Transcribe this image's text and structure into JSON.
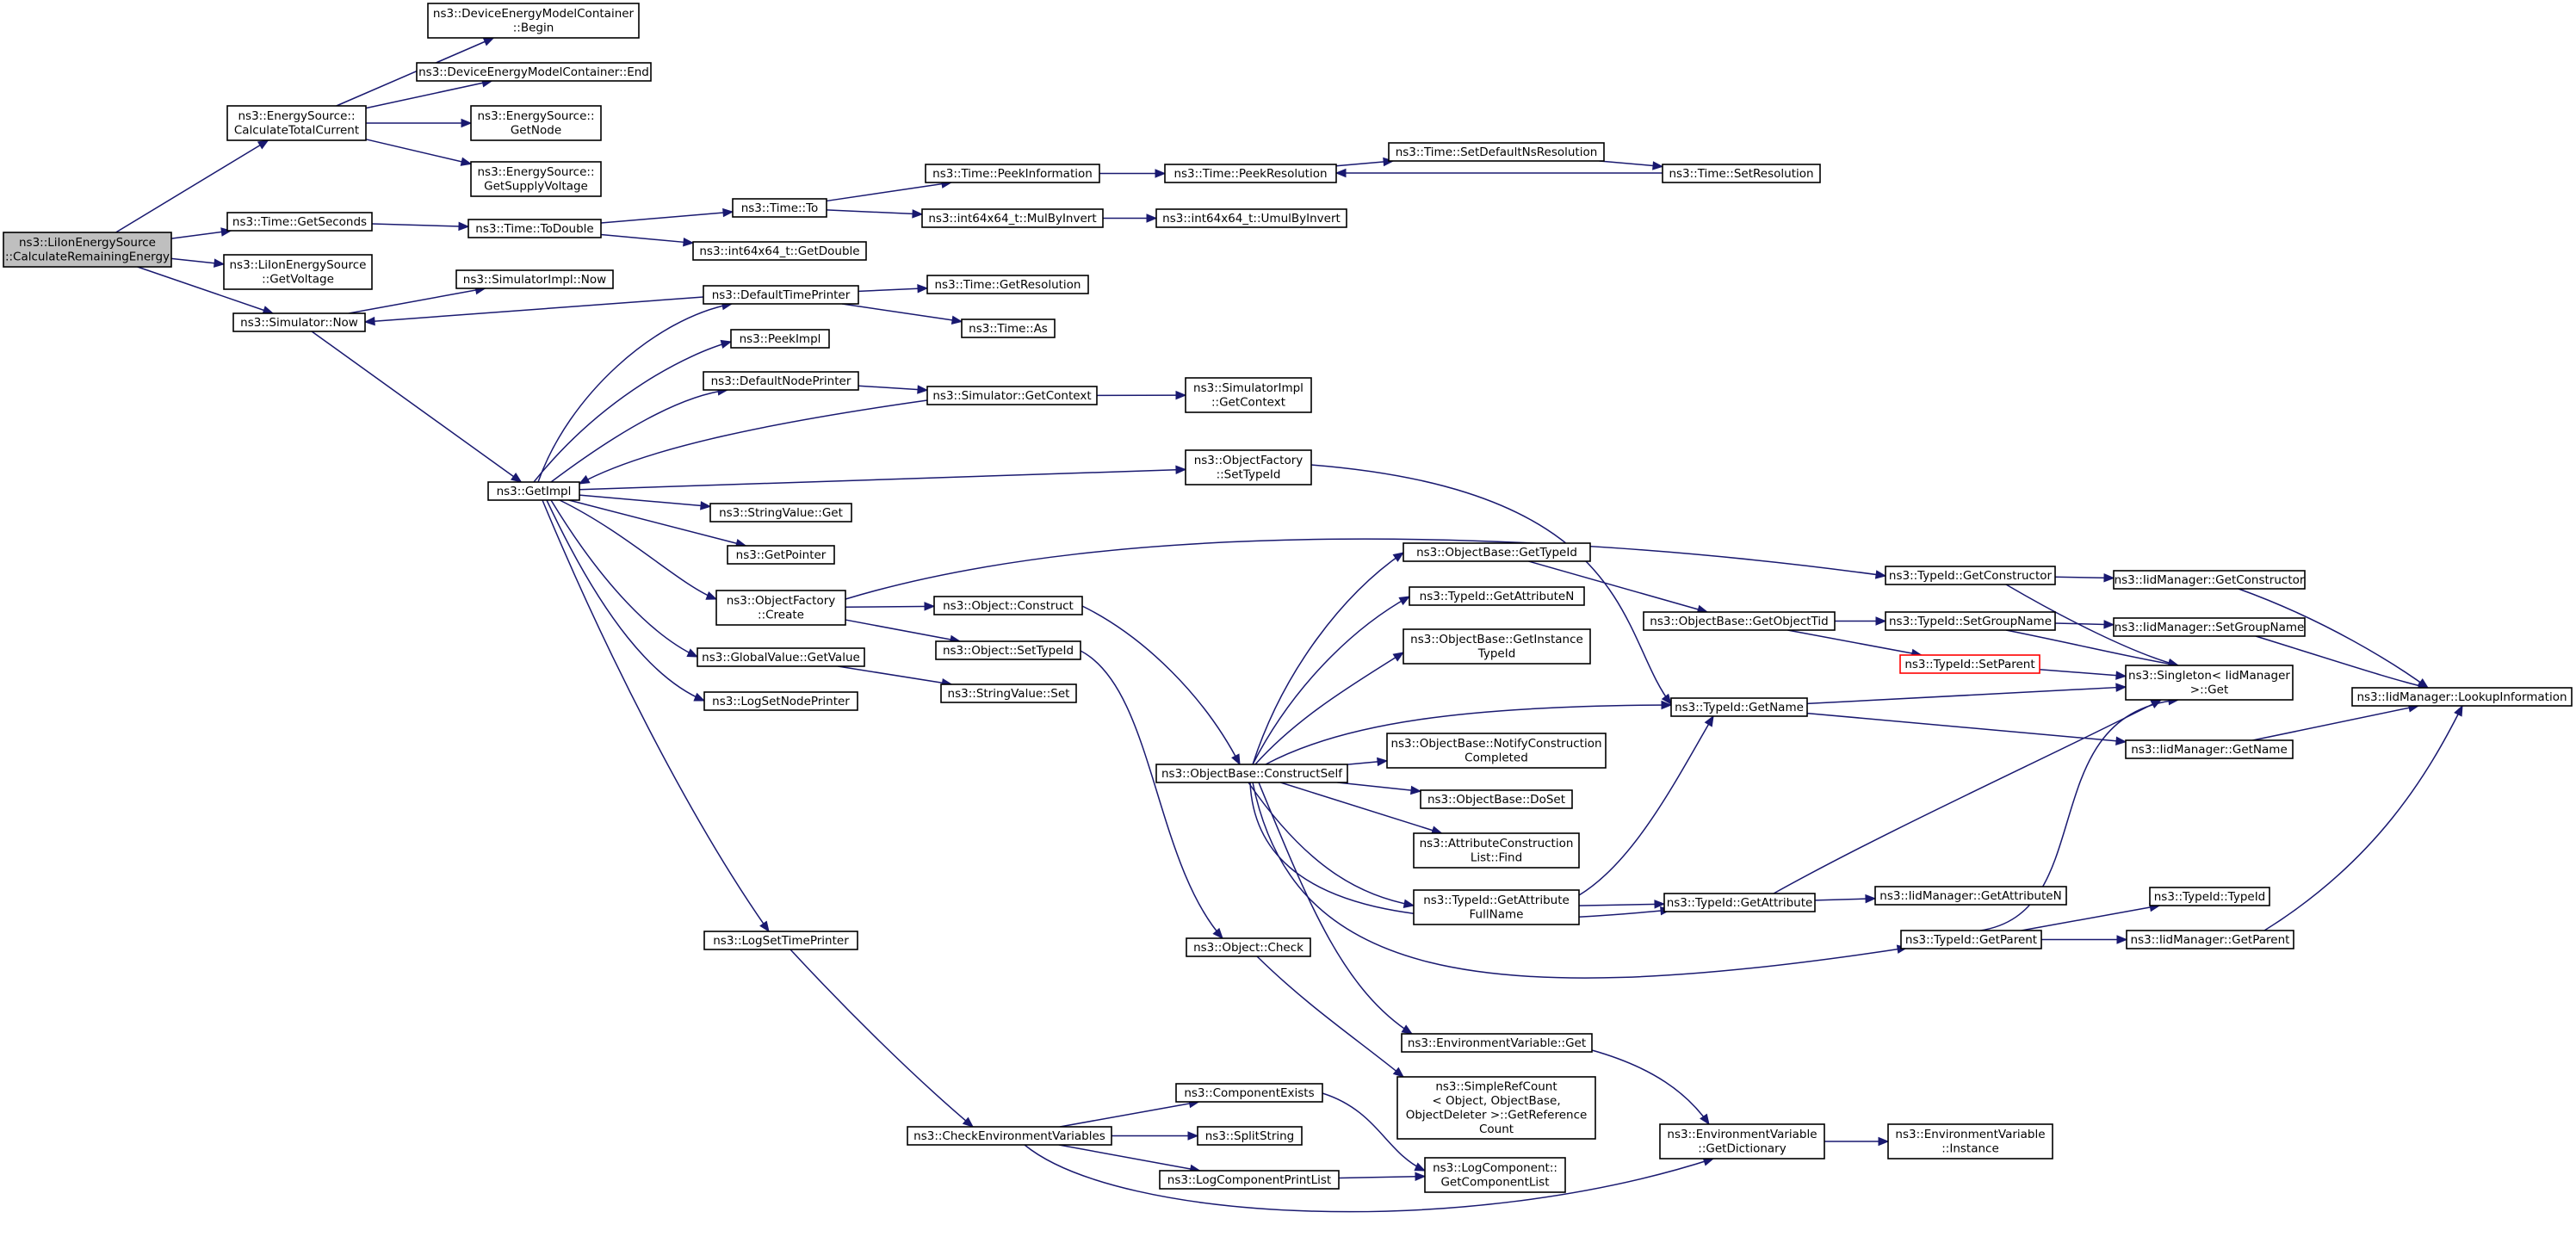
{
  "graph": {
    "colors": {
      "edge": "#191970",
      "root_fill": "#bfbfbf",
      "missing_border": "#ff0000",
      "node_fill": "#ffffff"
    },
    "nodes": [
      {
        "id": "root",
        "lines": [
          "ns3::LiIonEnergySource",
          "::CalculateRemainingEnergy"
        ],
        "root": true
      },
      {
        "id": "calcTotal",
        "lines": [
          "ns3::EnergySource::",
          "CalculateTotalCurrent"
        ]
      },
      {
        "id": "getSeconds",
        "lines": [
          "ns3::Time::GetSeconds"
        ]
      },
      {
        "id": "getVoltage",
        "lines": [
          "ns3::LiIonEnergySource",
          "::GetVoltage"
        ]
      },
      {
        "id": "simNow",
        "lines": [
          "ns3::Simulator::Now"
        ]
      },
      {
        "id": "demcBegin",
        "lines": [
          "ns3::DeviceEnergyModelContainer",
          "::Begin"
        ]
      },
      {
        "id": "demcEnd",
        "lines": [
          "ns3::DeviceEnergyModelContainer::End"
        ]
      },
      {
        "id": "esGetNode",
        "lines": [
          "ns3::EnergySource::",
          "GetNode"
        ]
      },
      {
        "id": "esGetSupply",
        "lines": [
          "ns3::EnergySource::",
          "GetSupplyVoltage"
        ]
      },
      {
        "id": "toDouble",
        "lines": [
          "ns3::Time::ToDouble"
        ]
      },
      {
        "id": "timeTo",
        "lines": [
          "ns3::Time::To"
        ]
      },
      {
        "id": "i64GetDouble",
        "lines": [
          "ns3::int64x64_t::GetDouble"
        ]
      },
      {
        "id": "peekInfo",
        "lines": [
          "ns3::Time::PeekInformation"
        ]
      },
      {
        "id": "mulByInvert",
        "lines": [
          "ns3::int64x64_t::MulByInvert"
        ]
      },
      {
        "id": "umulByInvert",
        "lines": [
          "ns3::int64x64_t::UmulByInvert"
        ]
      },
      {
        "id": "peekRes",
        "lines": [
          "ns3::Time::PeekResolution"
        ]
      },
      {
        "id": "setDefNs",
        "lines": [
          "ns3::Time::SetDefaultNsResolution"
        ]
      },
      {
        "id": "setRes",
        "lines": [
          "ns3::Time::SetResolution"
        ]
      },
      {
        "id": "simImplNow",
        "lines": [
          "ns3::SimulatorImpl::Now"
        ]
      },
      {
        "id": "getImpl",
        "lines": [
          "ns3::GetImpl"
        ]
      },
      {
        "id": "defTimePrinter",
        "lines": [
          "ns3::DefaultTimePrinter"
        ]
      },
      {
        "id": "getResolution",
        "lines": [
          "ns3::Time::GetResolution"
        ]
      },
      {
        "id": "timeAs",
        "lines": [
          "ns3::Time::As"
        ]
      },
      {
        "id": "peekImpl",
        "lines": [
          "ns3::PeekImpl"
        ]
      },
      {
        "id": "defNodePrinter",
        "lines": [
          "ns3::DefaultNodePrinter"
        ]
      },
      {
        "id": "simGetContext",
        "lines": [
          "ns3::Simulator::GetContext"
        ]
      },
      {
        "id": "simImplGetContext",
        "lines": [
          "ns3::SimulatorImpl",
          "::GetContext"
        ]
      },
      {
        "id": "ofSetTypeId",
        "lines": [
          "ns3::ObjectFactory",
          "::SetTypeId"
        ]
      },
      {
        "id": "strValGet",
        "lines": [
          "ns3::StringValue::Get"
        ]
      },
      {
        "id": "getPointer",
        "lines": [
          "ns3::GetPointer"
        ]
      },
      {
        "id": "ofCreate",
        "lines": [
          "ns3::ObjectFactory",
          "::Create"
        ]
      },
      {
        "id": "objConstruct",
        "lines": [
          "ns3::Object::Construct"
        ]
      },
      {
        "id": "objSetTypeId",
        "lines": [
          "ns3::Object::SetTypeId"
        ]
      },
      {
        "id": "gvGetValue",
        "lines": [
          "ns3::GlobalValue::GetValue"
        ]
      },
      {
        "id": "strValSet",
        "lines": [
          "ns3::StringValue::Set"
        ]
      },
      {
        "id": "logSetNode",
        "lines": [
          "ns3::LogSetNodePrinter"
        ]
      },
      {
        "id": "logSetTime",
        "lines": [
          "ns3::LogSetTimePrinter"
        ]
      },
      {
        "id": "objCheck",
        "lines": [
          "ns3::Object::Check"
        ]
      },
      {
        "id": "checkEnv",
        "lines": [
          "ns3::CheckEnvironmentVariables"
        ]
      },
      {
        "id": "compExists",
        "lines": [
          "ns3::ComponentExists"
        ]
      },
      {
        "id": "splitString",
        "lines": [
          "ns3::SplitString"
        ]
      },
      {
        "id": "logCompPrintList",
        "lines": [
          "ns3::LogComponentPrintList"
        ]
      },
      {
        "id": "constructSelf",
        "lines": [
          "ns3::ObjectBase::ConstructSelf"
        ]
      },
      {
        "id": "obGetTypeId",
        "lines": [
          "ns3::ObjectBase::GetTypeId"
        ]
      },
      {
        "id": "tidGetAttrN",
        "lines": [
          "ns3::TypeId::GetAttributeN"
        ]
      },
      {
        "id": "obGetInstTid",
        "lines": [
          "ns3::ObjectBase::GetInstance",
          "TypeId"
        ]
      },
      {
        "id": "obNotify",
        "lines": [
          "ns3::ObjectBase::NotifyConstruction",
          "Completed"
        ]
      },
      {
        "id": "obDoSet",
        "lines": [
          "ns3::ObjectBase::DoSet"
        ]
      },
      {
        "id": "attrConstrFind",
        "lines": [
          "ns3::AttributeConstruction",
          "List::Find"
        ]
      },
      {
        "id": "tidGetAttrFull",
        "lines": [
          "ns3::TypeId::GetAttribute",
          "FullName"
        ]
      },
      {
        "id": "envVarGet",
        "lines": [
          "ns3::EnvironmentVariable::Get"
        ]
      },
      {
        "id": "simpleRefCount",
        "lines": [
          "ns3::SimpleRefCount",
          "< Object, ObjectBase,",
          "ObjectDeleter >::GetReference",
          "Count"
        ]
      },
      {
        "id": "logCompGetList",
        "lines": [
          "ns3::LogComponent::",
          "GetComponentList"
        ]
      },
      {
        "id": "obGetObjectTid",
        "lines": [
          "ns3::ObjectBase::GetObjectTid"
        ]
      },
      {
        "id": "tidGetName",
        "lines": [
          "ns3::TypeId::GetName"
        ]
      },
      {
        "id": "tidGetAttr",
        "lines": [
          "ns3::TypeId::GetAttribute"
        ]
      },
      {
        "id": "envVarGetDict",
        "lines": [
          "ns3::EnvironmentVariable",
          "::GetDictionary"
        ]
      },
      {
        "id": "tidGetConstructor",
        "lines": [
          "ns3::TypeId::GetConstructor"
        ]
      },
      {
        "id": "tidSetGroupName",
        "lines": [
          "ns3::TypeId::SetGroupName"
        ]
      },
      {
        "id": "tidSetParent",
        "lines": [
          "ns3::TypeId::SetParent"
        ],
        "missing": true
      },
      {
        "id": "iidGetAttrN",
        "lines": [
          "ns3::IidManager::GetAttributeN"
        ]
      },
      {
        "id": "tidGetParent",
        "lines": [
          "ns3::TypeId::GetParent"
        ]
      },
      {
        "id": "envVarInstance",
        "lines": [
          "ns3::EnvironmentVariable",
          "::Instance"
        ]
      },
      {
        "id": "iidGetConstructor",
        "lines": [
          "ns3::IidManager::GetConstructor"
        ]
      },
      {
        "id": "iidSetGroupName",
        "lines": [
          "ns3::IidManager::SetGroupName"
        ]
      },
      {
        "id": "singletonGet",
        "lines": [
          "ns3::Singleton< IidManager",
          " >::Get"
        ]
      },
      {
        "id": "iidGetName",
        "lines": [
          "ns3::IidManager::GetName"
        ]
      },
      {
        "id": "tidTypeId",
        "lines": [
          "ns3::TypeId::TypeId"
        ]
      },
      {
        "id": "iidGetParent",
        "lines": [
          "ns3::IidManager::GetParent"
        ]
      },
      {
        "id": "iidLookup",
        "lines": [
          "ns3::IidManager::LookupInformation"
        ]
      }
    ],
    "edges": [
      [
        "root",
        "calcTotal"
      ],
      [
        "root",
        "getSeconds"
      ],
      [
        "root",
        "getVoltage"
      ],
      [
        "root",
        "simNow"
      ],
      [
        "calcTotal",
        "demcBegin"
      ],
      [
        "calcTotal",
        "demcEnd"
      ],
      [
        "calcTotal",
        "esGetNode"
      ],
      [
        "calcTotal",
        "esGetSupply"
      ],
      [
        "getSeconds",
        "toDouble"
      ],
      [
        "toDouble",
        "timeTo"
      ],
      [
        "toDouble",
        "i64GetDouble"
      ],
      [
        "timeTo",
        "peekInfo"
      ],
      [
        "timeTo",
        "mulByInvert"
      ],
      [
        "mulByInvert",
        "umulByInvert"
      ],
      [
        "peekInfo",
        "peekRes"
      ],
      [
        "peekRes",
        "setDefNs"
      ],
      [
        "setDefNs",
        "setRes"
      ],
      [
        "setRes",
        "peekRes"
      ],
      [
        "simNow",
        "simImplNow"
      ],
      [
        "simNow",
        "getImpl"
      ],
      [
        "defTimePrinter",
        "simNow"
      ],
      [
        "defTimePrinter",
        "getResolution"
      ],
      [
        "defTimePrinter",
        "timeAs"
      ],
      [
        "getImpl",
        "defTimePrinter"
      ],
      [
        "getImpl",
        "peekImpl"
      ],
      [
        "getImpl",
        "defNodePrinter"
      ],
      [
        "defNodePrinter",
        "simGetContext"
      ],
      [
        "simGetContext",
        "simImplGetContext"
      ],
      [
        "simGetContext",
        "getImpl"
      ],
      [
        "getImpl",
        "ofSetTypeId"
      ],
      [
        "getImpl",
        "strValGet"
      ],
      [
        "getImpl",
        "getPointer"
      ],
      [
        "getImpl",
        "ofCreate"
      ],
      [
        "getImpl",
        "gvGetValue"
      ],
      [
        "getImpl",
        "logSetNode"
      ],
      [
        "getImpl",
        "logSetTime"
      ],
      [
        "ofSetTypeId",
        "tidGetName"
      ],
      [
        "ofCreate",
        "objConstruct"
      ],
      [
        "ofCreate",
        "objSetTypeId"
      ],
      [
        "ofCreate",
        "tidGetConstructor"
      ],
      [
        "gvGetValue",
        "strValSet"
      ],
      [
        "objConstruct",
        "constructSelf"
      ],
      [
        "objSetTypeId",
        "objCheck"
      ],
      [
        "objCheck",
        "simpleRefCount"
      ],
      [
        "logSetTime",
        "checkEnv"
      ],
      [
        "checkEnv",
        "compExists"
      ],
      [
        "checkEnv",
        "splitString"
      ],
      [
        "checkEnv",
        "logCompPrintList"
      ],
      [
        "checkEnv",
        "envVarGetDict"
      ],
      [
        "compExists",
        "logCompGetList"
      ],
      [
        "logCompPrintList",
        "logCompGetList"
      ],
      [
        "constructSelf",
        "obGetTypeId"
      ],
      [
        "constructSelf",
        "tidGetAttrN"
      ],
      [
        "constructSelf",
        "obGetInstTid"
      ],
      [
        "constructSelf",
        "obNotify"
      ],
      [
        "constructSelf",
        "obDoSet"
      ],
      [
        "constructSelf",
        "attrConstrFind"
      ],
      [
        "constructSelf",
        "tidGetAttrFull"
      ],
      [
        "constructSelf",
        "envVarGet"
      ],
      [
        "constructSelf",
        "tidGetName"
      ],
      [
        "constructSelf",
        "tidGetAttr"
      ],
      [
        "constructSelf",
        "tidGetParent"
      ],
      [
        "obGetTypeId",
        "obGetObjectTid"
      ],
      [
        "obGetObjectTid",
        "tidSetGroupName"
      ],
      [
        "obGetObjectTid",
        "tidSetParent"
      ],
      [
        "tidGetAttrFull",
        "tidGetName"
      ],
      [
        "tidGetAttrFull",
        "tidGetAttr"
      ],
      [
        "envVarGet",
        "envVarGetDict"
      ],
      [
        "envVarGetDict",
        "envVarInstance"
      ],
      [
        "tidGetName",
        "singletonGet"
      ],
      [
        "tidGetName",
        "iidGetName"
      ],
      [
        "tidGetAttr",
        "iidGetAttrN"
      ],
      [
        "tidGetAttr",
        "singletonGet"
      ],
      [
        "tidGetConstructor",
        "iidGetConstructor"
      ],
      [
        "tidGetConstructor",
        "singletonGet"
      ],
      [
        "tidSetGroupName",
        "iidSetGroupName"
      ],
      [
        "tidSetGroupName",
        "singletonGet"
      ],
      [
        "tidSetParent",
        "singletonGet"
      ],
      [
        "tidGetParent",
        "tidTypeId"
      ],
      [
        "tidGetParent",
        "iidGetParent"
      ],
      [
        "tidGetParent",
        "singletonGet"
      ],
      [
        "iidGetConstructor",
        "iidLookup"
      ],
      [
        "iidSetGroupName",
        "iidLookup"
      ],
      [
        "iidGetName",
        "iidLookup"
      ],
      [
        "iidGetParent",
        "iidLookup"
      ]
    ]
  }
}
